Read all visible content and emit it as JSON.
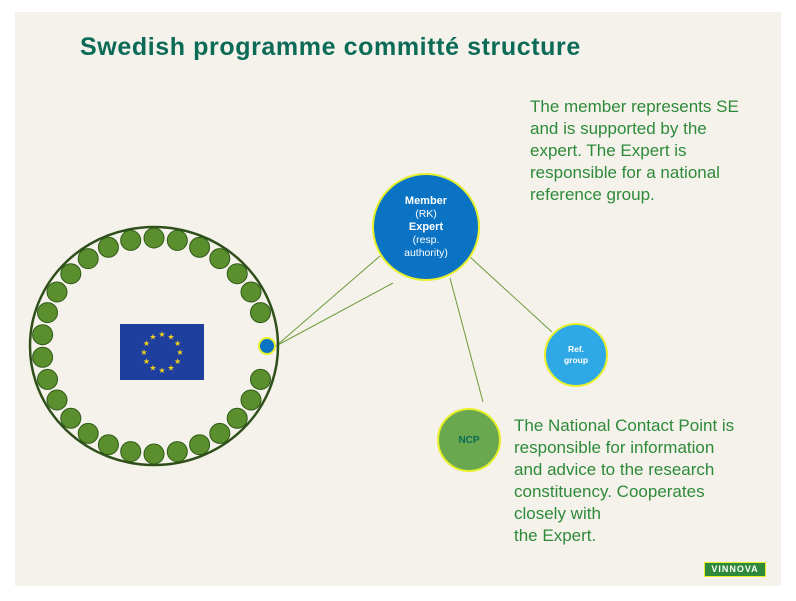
{
  "colors": {
    "background": "#f4f2ea",
    "title": "#0b6b57",
    "text": "#2e8a3a",
    "ring_fill": "#5b8f2e",
    "ring_stroke": "#2d5a16",
    "outer_stroke": "#2f4f1a",
    "member_fill": "#0a73c4",
    "ref_fill": "#2fa9e6",
    "ncp_fill": "#6aa84f",
    "ncp_text": "#0b6b57",
    "node_border": "#e8f02c",
    "connector": "#6e9a3a",
    "eu_flag": "#1f3f9e",
    "eu_star": "#f2d21b",
    "se_dot": "#0a73c4",
    "logo_bg": "#2e8a3a"
  },
  "title": "Swedish programme committé structure",
  "member_text": [
    "The member represents SE",
    "and is supported by the",
    "expert. The Expert is",
    "responsible for a national",
    "reference group."
  ],
  "ncp_text": [
    "The National Contact Point is",
    "responsible for information",
    "and advice to the research",
    "constituency. Cooperates",
    "closely with",
    "the Expert."
  ],
  "member_node": {
    "line1": "Member",
    "line2": "(RK)",
    "line3": "Expert",
    "line4": "(resp.",
    "line5": "authority)"
  },
  "ref_node": {
    "line1": "Ref.",
    "line2": "group"
  },
  "ncp_node": {
    "label": "NCP"
  },
  "logo": "VINNOVA",
  "icons": {
    "eu_flag": "eu-flag-icon",
    "logo": "vinnova-logo"
  }
}
